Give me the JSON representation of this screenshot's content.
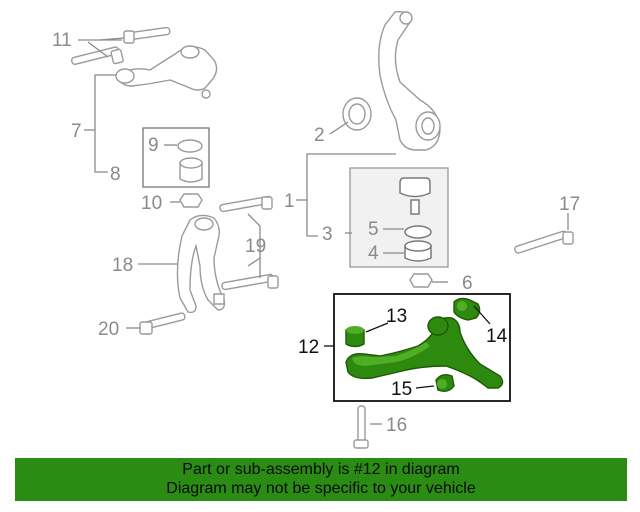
{
  "callouts": {
    "c1": "1",
    "c2": "2",
    "c3": "3",
    "c4": "4",
    "c5": "5",
    "c6": "6",
    "c7": "7",
    "c8": "8",
    "c9": "9",
    "c10": "10",
    "c11": "11",
    "c12": "12",
    "c13": "13",
    "c14": "14",
    "c15": "15",
    "c16": "16",
    "c17": "17",
    "c18": "18",
    "c19": "19",
    "c20": "20"
  },
  "banner": {
    "line1": "Part or sub-assembly is #12 in diagram",
    "line2": "Diagram may not be specific to your vehicle"
  },
  "colors": {
    "highlight": "#2a8c12",
    "callout_grey": "#8a8a8a",
    "callout_highlight": "#111111"
  }
}
